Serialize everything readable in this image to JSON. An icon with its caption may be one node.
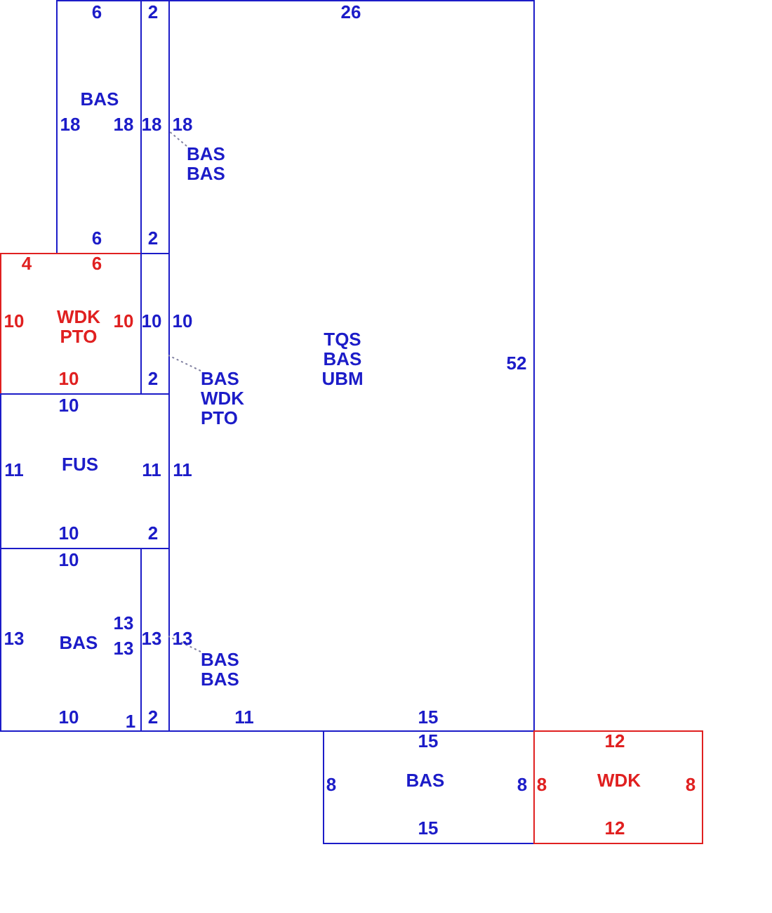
{
  "diagram": {
    "nodes": [
      {
        "text": [
          "BAS"
        ]
      },
      {
        "text": [],
        "shape": "box"
      },
      {
        "text": [
          "TQS BAS UBM"
        ]
      },
      {
        "text": [
          "BAS BAS"
        ],
        "in": 2
      },
      {
        "text": [
          "WDK PTO"
        ]
      },
      {
        "text": [],
        "shape": "box"
      },
      {
        "text": [
          "BAS WDK PTO"
        ],
        "in": 2
      },
      {
        "text": [
          "FUS"
        ]
      },
      {
        "text": [
          "BAS"
        ]
      },
      {
        "text": [],
        "shape": "box"
      },
      {
        "text": [
          "BAS BAS"
        ],
        "in": 2
      },
      {
        "text": [
          "BAS"
        ]
      },
      {
        "text": [
          "WDK"
        ]
      }
    ],
    "edges": [
      {
        "from": 3,
        "to": 1,
        "arrow": "none",
        "style": "dashed"
      },
      {
        "from": 6,
        "to": 5,
        "arrow": "none",
        "style": "dashed"
      },
      {
        "from": 10,
        "to": 9,
        "arrow": "none",
        "style": "dashed"
      }
    ],
    "labels": [
      "6",
      "2",
      "26",
      "18",
      "18",
      "18",
      "18",
      "6",
      "2",
      "4",
      "6",
      "10",
      "10",
      "10",
      "10",
      "52",
      "10",
      "2",
      "10",
      "11",
      "11",
      "11",
      "10",
      "2",
      "10",
      "13",
      "13",
      "13",
      "13",
      "13",
      "10",
      "1",
      "2",
      "11",
      "15",
      "15",
      "12",
      "8",
      "8",
      "8",
      "8",
      "15",
      "12"
    ]
  }
}
